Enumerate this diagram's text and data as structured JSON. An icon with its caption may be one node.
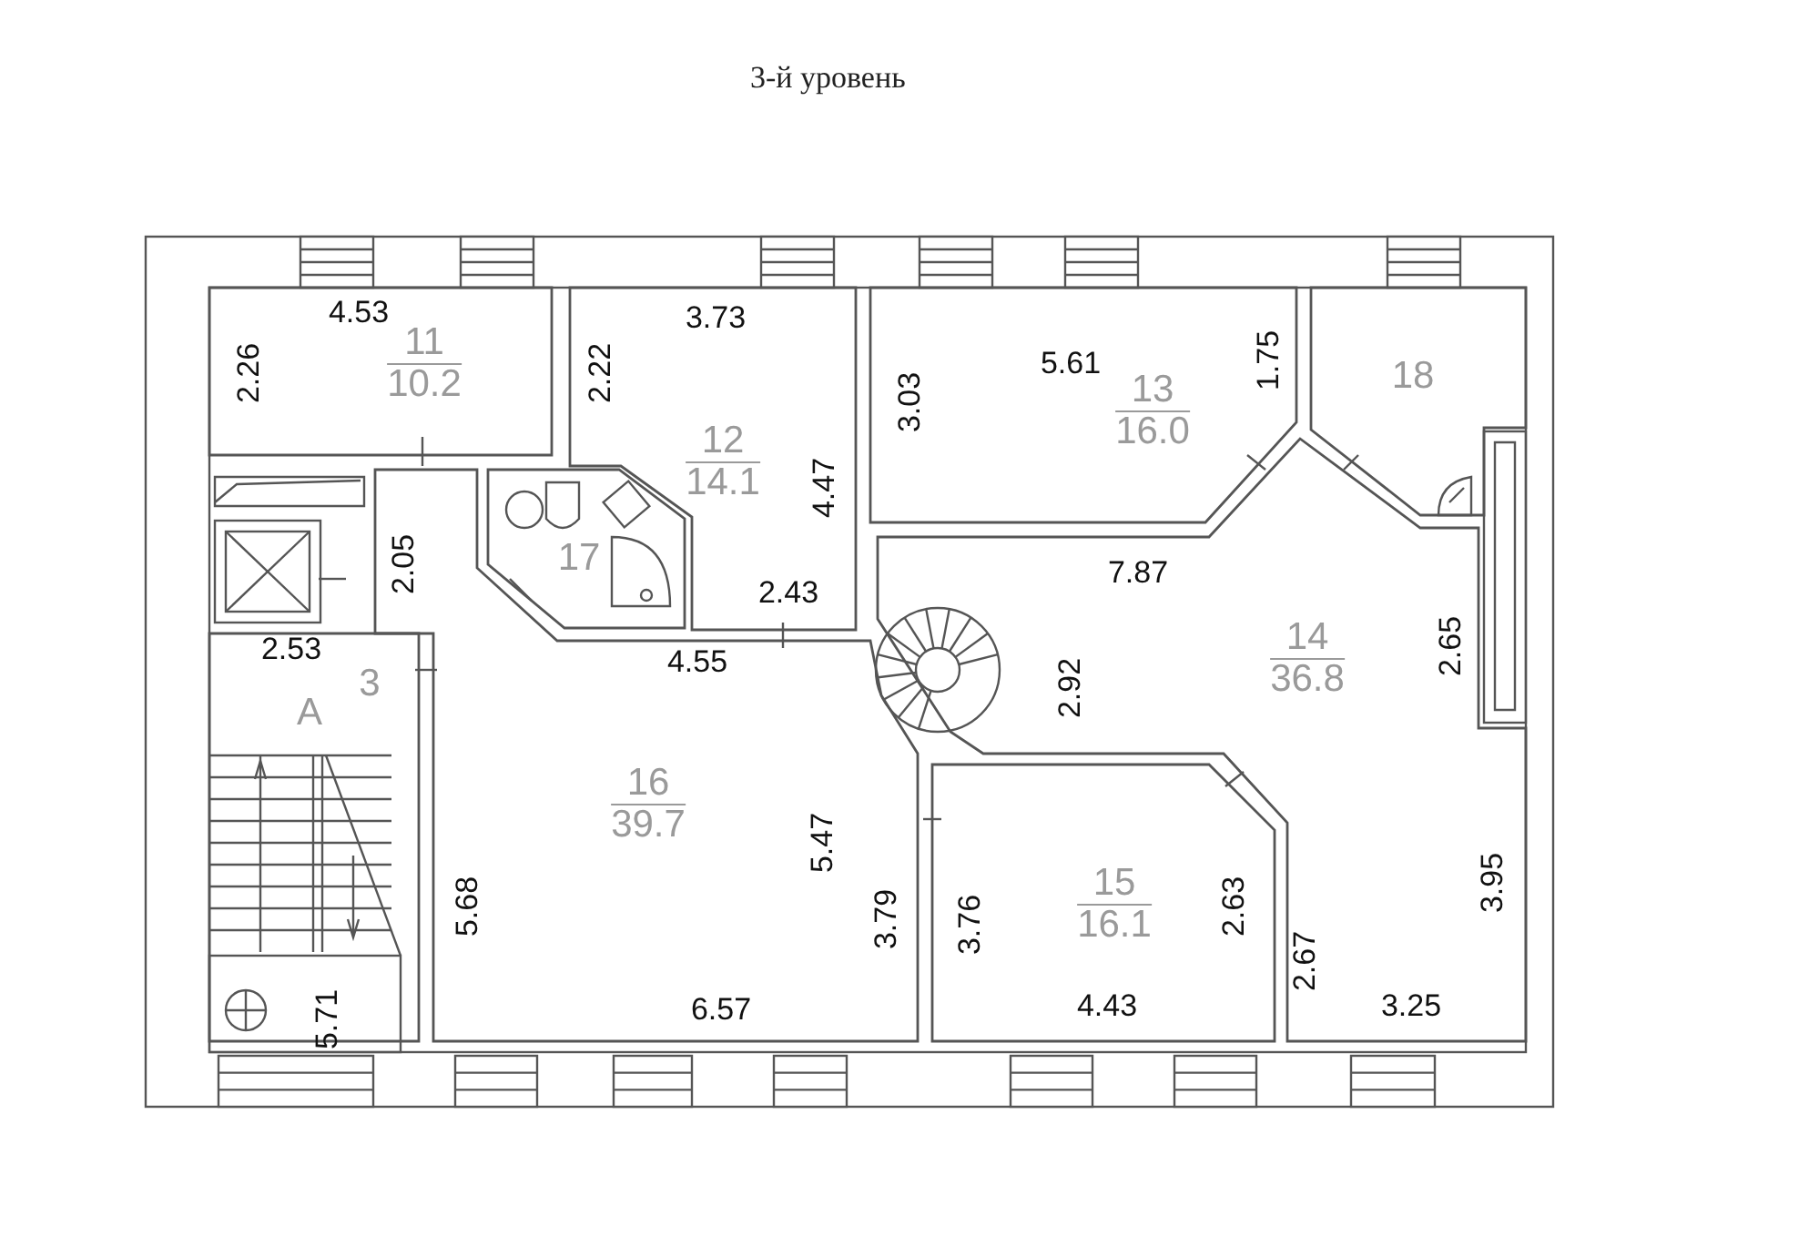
{
  "diagram": {
    "title": "3-й уровень",
    "nodes": [
      {
        "text": [
          "11",
          "10.2"
        ]
      },
      {
        "text": [
          "12",
          "14.1"
        ]
      },
      {
        "text": [
          "13",
          "16.0"
        ]
      },
      {
        "text": [
          "18"
        ]
      },
      {
        "text": [
          "17"
        ]
      },
      {
        "text": [
          "14",
          "36.8"
        ]
      },
      {
        "text": [
          "3",
          "A"
        ]
      },
      {
        "text": [
          "16",
          "39.7"
        ]
      },
      {
        "text": [
          "15",
          "16.1"
        ]
      }
    ],
    "labels": [
      "2.26",
      "4.53",
      "2.22",
      "3.73",
      "3.03",
      "5.61",
      "1.75",
      "4.47",
      "2.05",
      "2.43",
      "7.87",
      "2.53",
      "4.55",
      "2.92",
      "2.65",
      "5.68",
      "5.47",
      "3.79",
      "3.76",
      "2.63",
      "2.67",
      "3.95",
      "5.71",
      "6.57",
      "4.43",
      "3.25"
    ]
  }
}
